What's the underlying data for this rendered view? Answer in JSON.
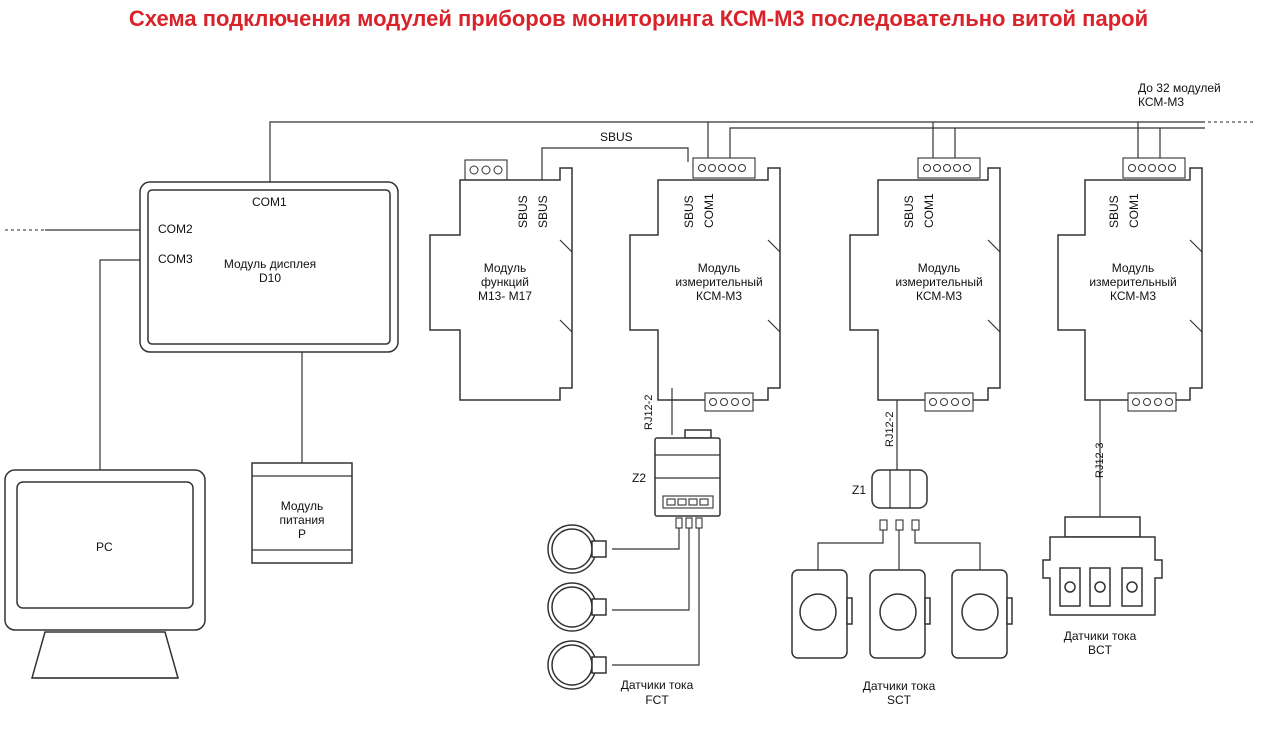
{
  "title": "Схема подключения модулей приборов мониторинга КСМ-М3 последовательно витой парой",
  "labels": {
    "com1": "COM1",
    "com2": "COM2",
    "com3": "COM3",
    "sbus": "SBUS",
    "display_line1": "Модуль дисплея",
    "display_line2": "D10",
    "pc": "PC",
    "power_line1": "Модуль",
    "power_line2": "питания",
    "power_line3": "P",
    "func_line1": "Модуль",
    "func_line2": "функций",
    "func_line3": "М13- М17",
    "meas_line1": "Модуль",
    "meas_line2": "измерительный",
    "meas_line3": "КСМ-М3",
    "up_to_line1": "До 32 модулей",
    "up_to_line2": "КСМ-М3",
    "rj12_2": "RJ12-2",
    "rj12_3": "RJ12-3",
    "z1": "Z1",
    "z2": "Z2",
    "sensors": "Датчики тока",
    "fct": "FCT",
    "sct": "SCT",
    "bct": "BCT"
  }
}
